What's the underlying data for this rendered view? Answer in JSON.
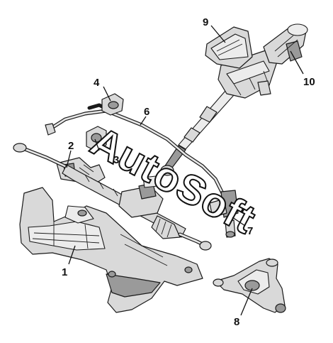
{
  "callouts": [
    {
      "id": "1",
      "label": "1"
    },
    {
      "id": "2",
      "label": "2"
    },
    {
      "id": "3",
      "label": "3"
    },
    {
      "id": "4",
      "label": "4"
    },
    {
      "id": "5",
      "label": "6"
    },
    {
      "id": "6",
      "label": "7"
    },
    {
      "id": "7",
      "label": "8"
    },
    {
      "id": "8",
      "label": "9"
    },
    {
      "id": "9",
      "label": "10"
    }
  ],
  "watermark": "AutoSoft",
  "colors": {
    "line": "#1a1a1a",
    "fill": "#d9d9d9",
    "shade": "#9a9a9a",
    "background": "#ffffff"
  }
}
